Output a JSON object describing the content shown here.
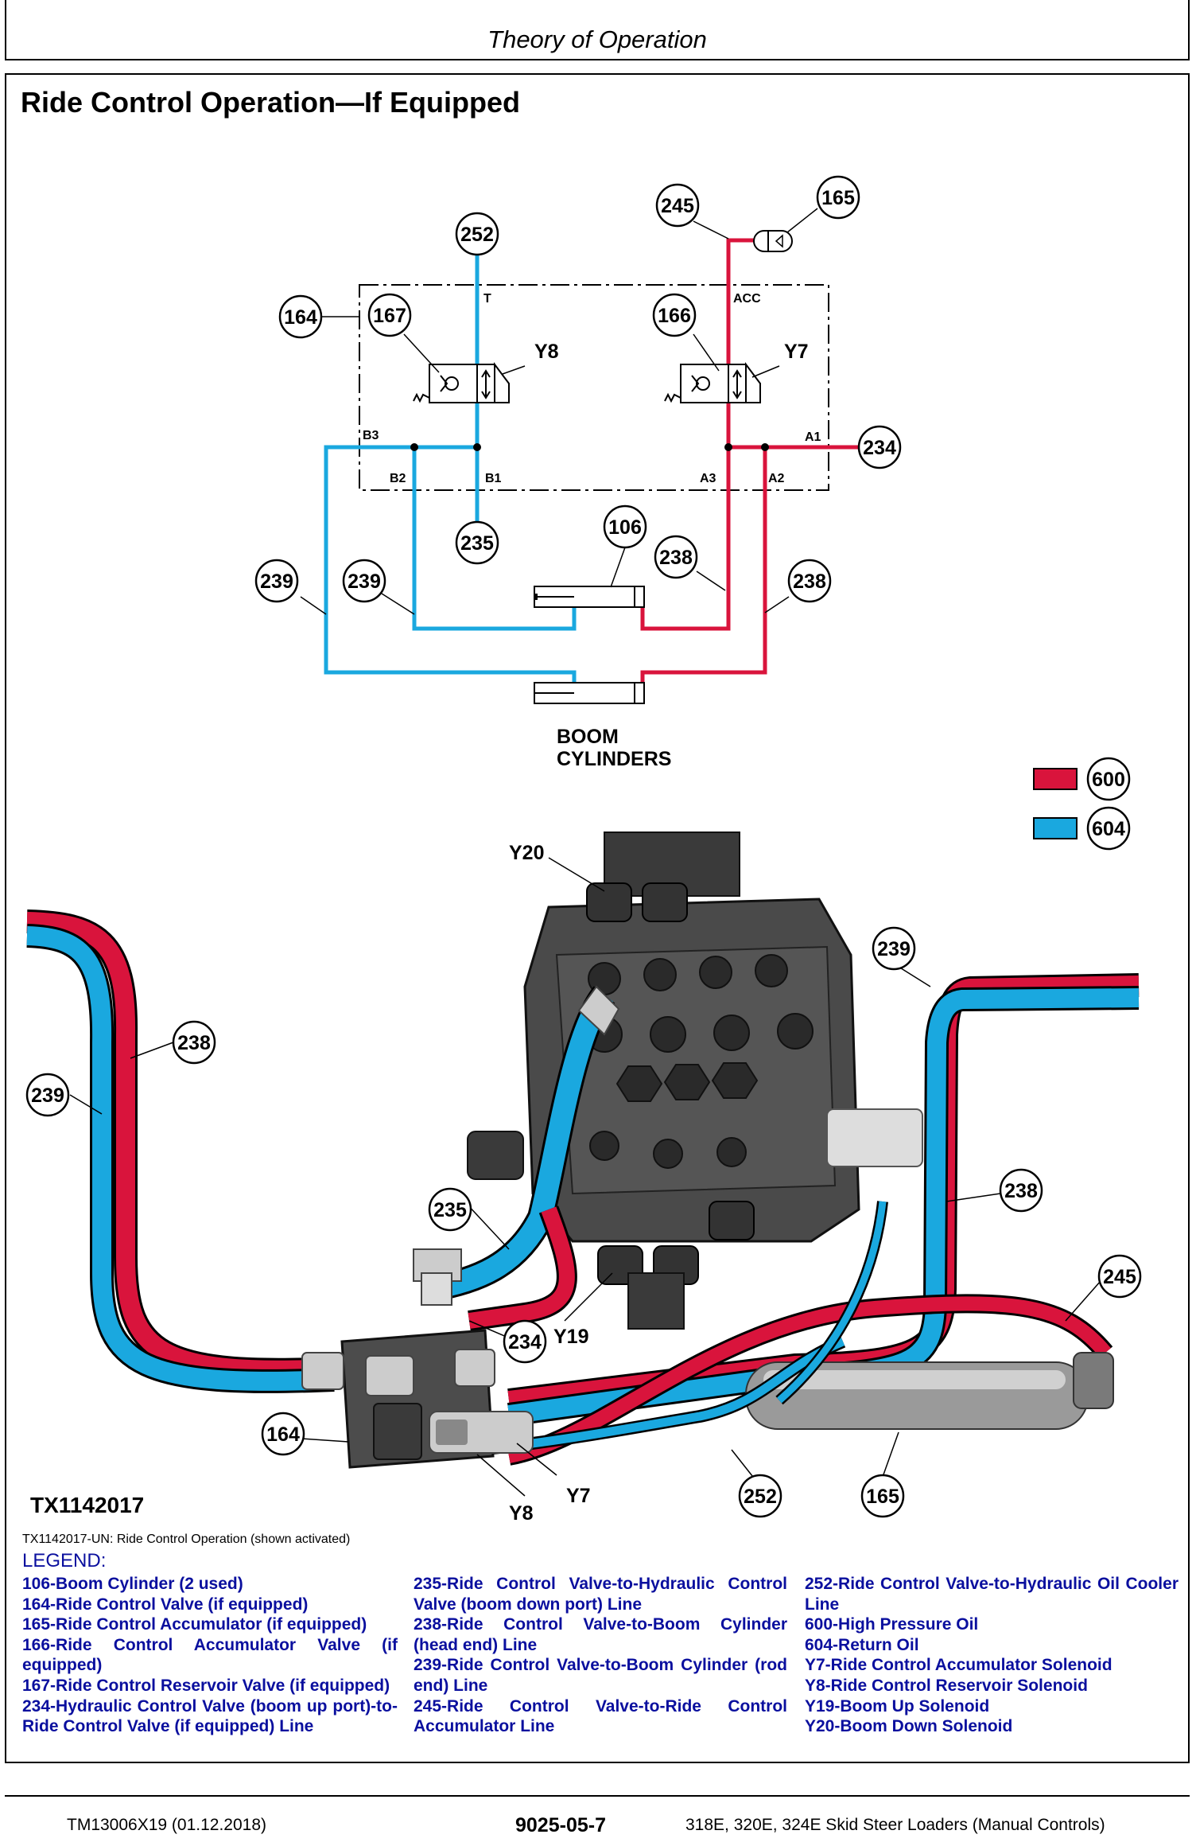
{
  "header": {
    "title": "Theory of Operation"
  },
  "section": {
    "title": "Ride Control Operation—If Equipped"
  },
  "colors": {
    "high_pressure": "#d9143c",
    "return": "#1aa8df",
    "legend_text": "#0a0f9e"
  },
  "schematic": {
    "callouts": {
      "c164": "164",
      "c167": "167",
      "c252": "252",
      "c166": "166",
      "c245": "245",
      "c165": "165",
      "c234": "234",
      "c235": "235",
      "c106": "106",
      "c238a": "238",
      "c238b": "238",
      "c239a": "239",
      "c239b": "239"
    },
    "ports": {
      "T": "T",
      "ACC": "ACC",
      "B3": "B3",
      "B2": "B2",
      "B1": "B1",
      "A3": "A3",
      "A2": "A2",
      "A1": "A1"
    },
    "solenoids": {
      "y8": "Y8",
      "y7": "Y7"
    },
    "boom_cylinders": [
      "BOOM",
      "CYLINDERS"
    ]
  },
  "key": {
    "high_pressure": "600",
    "return": "604"
  },
  "photo": {
    "callouts": {
      "y20": "Y20",
      "c239a": "239",
      "c238a": "238",
      "c239b": "239",
      "c238b": "238",
      "c235": "235",
      "c245": "245",
      "c234": "234",
      "y19": "Y19",
      "c164": "164",
      "y7": "Y7",
      "y8": "Y8",
      "c252": "252",
      "c165": "165"
    }
  },
  "figure": {
    "id": "TX1142017",
    "caption": "TX1142017-UN: Ride Control Operation (shown activated)"
  },
  "legend": {
    "title": "LEGEND:",
    "col1": [
      "106-Boom Cylinder (2 used)",
      "164-Ride Control Valve (if equipped)",
      "165-Ride Control Accumulator (if equipped)",
      "166-Ride Control Accumulator Valve (if equipped)",
      "167-Ride Control Reservoir Valve (if equipped)",
      "234-Hydraulic Control Valve (boom up port)-to-Ride Control Valve (if equipped) Line"
    ],
    "col2": [
      "235-Ride Control Valve-to-Hydraulic Control Valve (boom down port) Line",
      "238-Ride Control Valve-to-Boom Cylinder (head end) Line",
      "239-Ride Control Valve-to-Boom Cylinder (rod end) Line",
      "245-Ride Control Valve-to-Ride Control Accumulator Line"
    ],
    "col3": [
      "252-Ride Control Valve-to-Hydraulic Oil Cooler Line",
      "600-High Pressure Oil",
      "604-Return Oil",
      "Y7-Ride Control Accumulator Solenoid",
      "Y8-Ride Control Reservoir Solenoid",
      "Y19-Boom Up Solenoid",
      "Y20-Boom Down Solenoid"
    ]
  },
  "footer": {
    "left": "TM13006X19 (01.12.2018)",
    "page": "9025-05-7",
    "right": "318E, 320E, 324E Skid Steer Loaders (Manual Controls)"
  }
}
